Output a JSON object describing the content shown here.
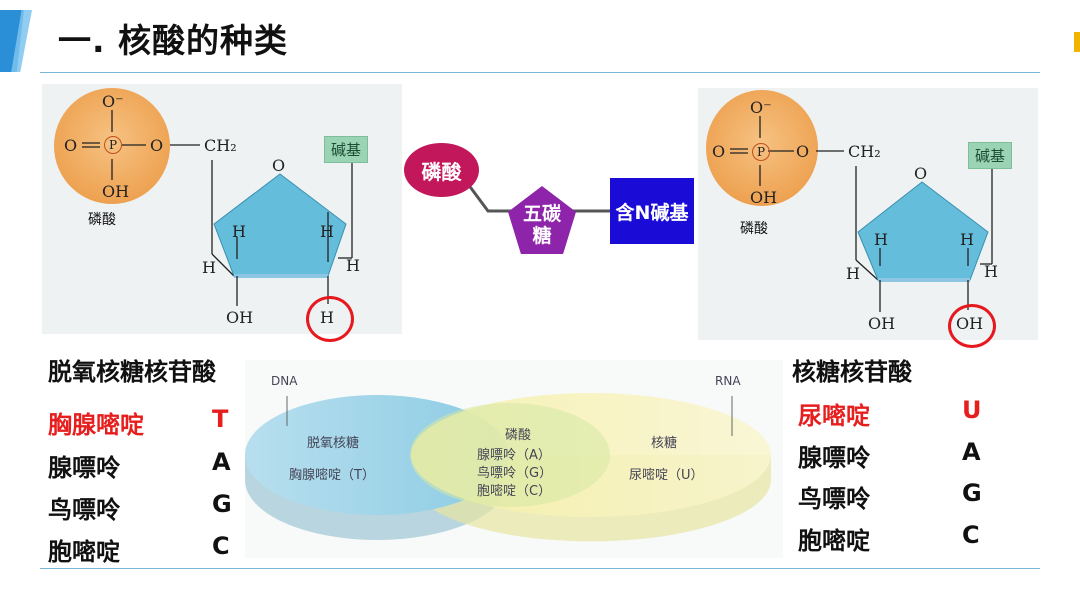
{
  "title": "一. 核酸的种类",
  "left_figure": {
    "o_minus": "O⁻",
    "o_left": "O",
    "p": "P",
    "o_right": "O",
    "ch2": "CH₂",
    "oh_p": "OH",
    "phosphate_label": "磷酸",
    "ring_o": "O",
    "base_tag": "碱基",
    "h_left": "H",
    "h_left_down": "H",
    "h_right": "H",
    "h_right_down": "H",
    "oh_bottom": "OH",
    "h_circled": "H"
  },
  "center_diagram": {
    "phosphate": "磷酸",
    "sugar_line1": "五碳",
    "sugar_line2": "糖",
    "base": "含N碱基"
  },
  "right_figure": {
    "o_minus": "O⁻",
    "o_left": "O",
    "p": "P",
    "o_right": "O",
    "ch2": "CH₂",
    "oh_p": "OH",
    "phosphate_label": "磷酸",
    "ring_o": "O",
    "base_tag": "碱基",
    "h_left": "H",
    "h_left_down": "H",
    "h_right": "H",
    "h_right_down": "H",
    "oh_bottom": "OH",
    "oh_circled": "OH"
  },
  "dna_list": {
    "heading": "脱氧核糖核苷酸",
    "items": [
      {
        "name": "胸腺嘧啶",
        "code": "T",
        "highlight": true
      },
      {
        "name": "腺嘌呤",
        "code": "A",
        "highlight": false
      },
      {
        "name": "鸟嘌呤",
        "code": "G",
        "highlight": false
      },
      {
        "name": "胞嘧啶",
        "code": "C",
        "highlight": false
      }
    ]
  },
  "rna_list": {
    "heading": "核糖核苷酸",
    "items": [
      {
        "name": "尿嘧啶",
        "code": "U",
        "highlight": true
      },
      {
        "name": "腺嘌呤",
        "code": "A",
        "highlight": false
      },
      {
        "name": "鸟嘌呤",
        "code": "G",
        "highlight": false
      },
      {
        "name": "胞嘧啶",
        "code": "C",
        "highlight": false
      }
    ]
  },
  "venn": {
    "dna": "DNA",
    "rna": "RNA",
    "left_title": "脱氧核糖",
    "left_body": "胸腺嘧啶（T）",
    "mid_title": "磷酸",
    "mid_1": "腺嘌呤（A）",
    "mid_2": "鸟嘌呤（G）",
    "mid_3": "胞嘧啶（C）",
    "right_title": "核糖",
    "right_body": "尿嘧啶（U）"
  },
  "colors": {
    "accent": "#2a8fd6",
    "highlight_red": "#e61e1e",
    "phosphate_pill": "#c2185b",
    "sugar_pentagon": "#8e24aa",
    "base_box": "#1a0cd6"
  }
}
